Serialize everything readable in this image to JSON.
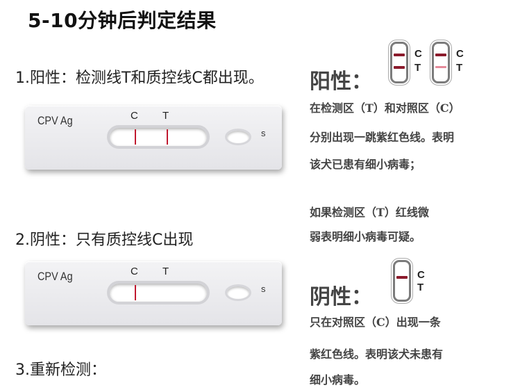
{
  "title": "5-10分钟后判定结果",
  "items": [
    {
      "label": "1.阳性：检测线T和质控线C都出现。"
    },
    {
      "label": "2.阴性：只有质控线C出现"
    },
    {
      "label": "3.重新检测："
    }
  ],
  "cassette": {
    "brand": "CPV Ag",
    "c_label": "C",
    "t_label": "T",
    "s_label": "s"
  },
  "positive": {
    "heading": "阳性：",
    "lines": [
      "在检测区（T）和对照区（C）",
      "分别出现一跳紫红色线。表明",
      "该犬已患有细小病毒；",
      "如果检测区（T）红线微",
      "弱表明细小病毒可疑。"
    ]
  },
  "negative": {
    "heading": "阴性：",
    "lines": [
      "只在对照区（C）出现一条",
      "紫红色线。表明该犬未患有",
      "细小病毒。"
    ]
  },
  "mini_labels": {
    "c": "C",
    "t": "T"
  },
  "colors": {
    "line": "#c0182f",
    "mini_line": "#8b1a2c"
  }
}
